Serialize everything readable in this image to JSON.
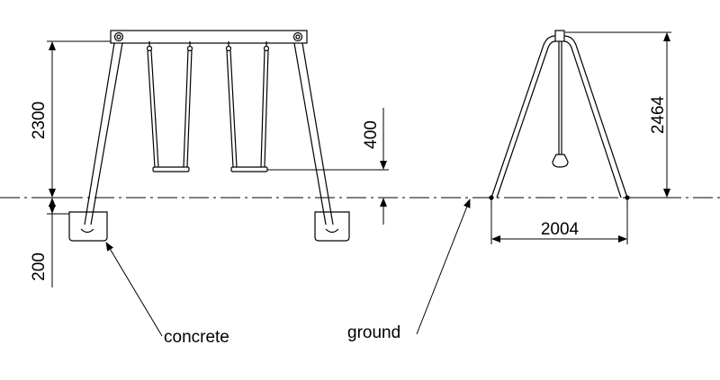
{
  "dimensions": {
    "frame_height": "2300",
    "foundation_depth": "200",
    "seat_height": "400",
    "side_height": "2464",
    "base_width": "2004"
  },
  "labels": {
    "concrete": "concrete",
    "ground": "ground"
  }
}
